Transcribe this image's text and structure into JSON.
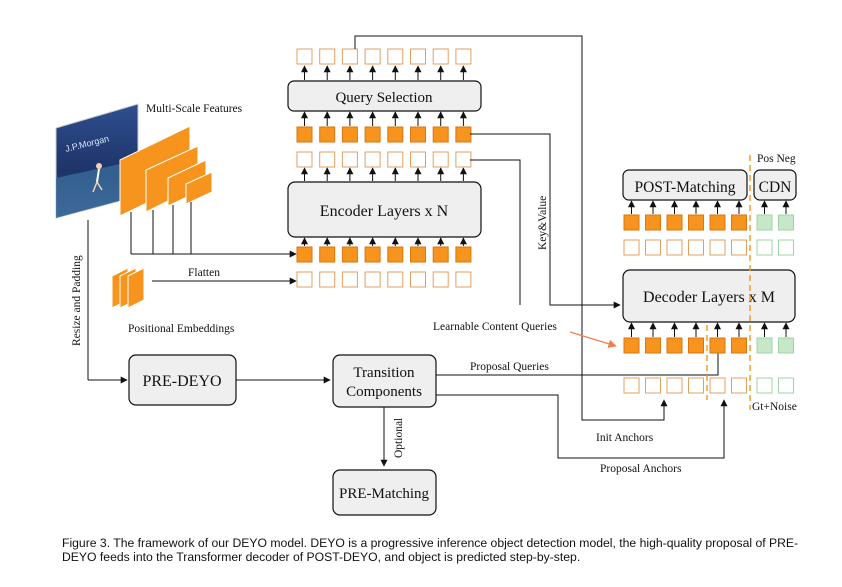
{
  "boxes": {
    "query_selection": "Query Selection",
    "encoder": "Encoder Layers x N",
    "decoder": "Decoder Layers x M",
    "post_matching": "POST-Matching",
    "cdn": "CDN",
    "pre_deyo": "PRE-DEYO",
    "transition_line1": "Transition",
    "transition_line2": "Components",
    "pre_matching": "PRE-Matching"
  },
  "labels": {
    "multi_scale": "Multi-Scale Features",
    "flatten": "Flatten",
    "positional": "Positional Embeddings",
    "resize": "Resize and Padding",
    "key_value": "Key&Value",
    "learnable": "Learnable Content Queries",
    "proposal_queries": "Proposal Queries",
    "optional": "Optional",
    "init_anchors": "Init Anchors",
    "proposal_anchors": "Proposal Anchors",
    "pos_neg": "Pos Neg",
    "gt_noise": "Gt+Noise",
    "image_text": "J.P.Morgan"
  },
  "caption": "Figure 3. The framework of our DEYO model. DEYO is a progressive inference object detection model, the high-quality proposal of PRE-DEYO feeds into the Transformer decoder of POST-DEYO, and object is predicted step-by-step.",
  "colors": {
    "orange": "#f7941d",
    "orange_border": "#d9760f",
    "outline_orange": "#e0a060",
    "green_fill": "#c6e8c9",
    "green_dark": "#7ec48a",
    "green_border": "#9fd3a6",
    "box_fill": "#efefef",
    "dashed_line": "#f7941d",
    "red_arrow": "#f08050"
  },
  "icons": {
    "image": "tennis-photo-icon"
  }
}
